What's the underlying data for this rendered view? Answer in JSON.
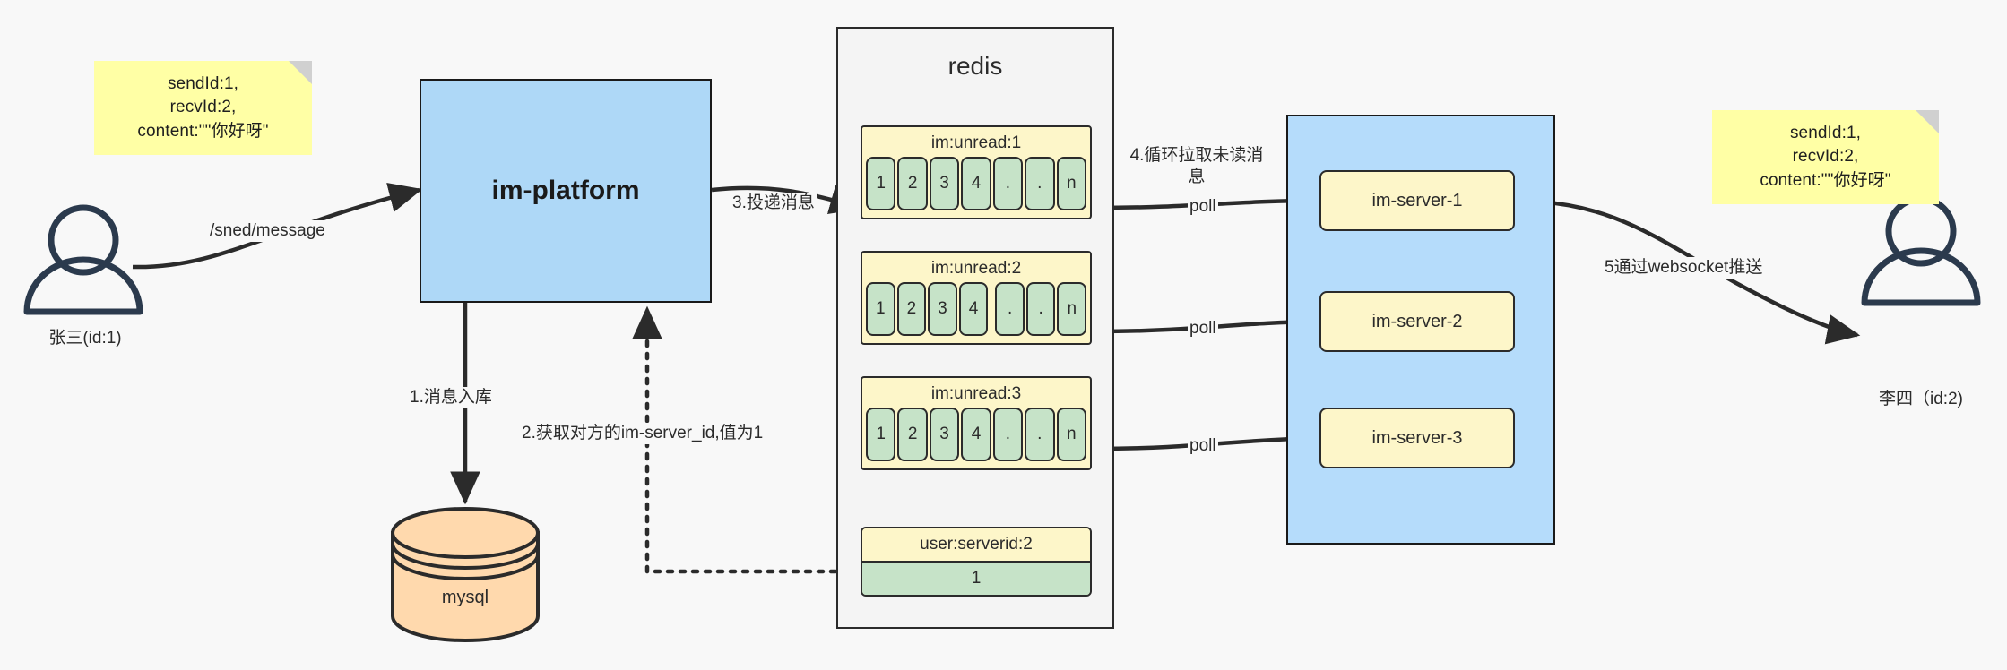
{
  "diagram": {
    "title": "IM message delivery architecture",
    "colors": {
      "background": "#f8f8f8",
      "blue_box": "#aed8f7",
      "sticky_yellow": "#ffffa5",
      "queue_yellow": "#fdf6c9",
      "cell_green": "#c6e3c8",
      "mysql_orange": "#ffd9ad",
      "redis_gray": "#f4f4f4",
      "stroke": "#2b2b2b"
    }
  },
  "actors": {
    "sender": {
      "label": "张三(id:1)",
      "icon": "person-icon"
    },
    "receiver": {
      "label": "李四（id:2)",
      "icon": "person-icon"
    }
  },
  "sticky_notes": [
    {
      "id": "left",
      "text": "sendId:1,\nrecvId:2,\ncontent:\"\"你好呀\"",
      "lines": [
        "sendId:1,",
        "recvId:2,",
        "content:\"\"你好呀\""
      ]
    },
    {
      "id": "right",
      "text": "sendId:1,\nrecvId:2,\ncontent:\"\"你好呀\"",
      "lines": [
        "sendId:1,",
        "recvId:2,",
        "content:\"\"你好呀\""
      ]
    }
  ],
  "nodes": {
    "platform": {
      "label": "im-platform"
    },
    "mysql": {
      "label": "mysql"
    },
    "redis": {
      "label": "redis"
    },
    "server_group": {
      "label": ""
    }
  },
  "queues": [
    {
      "key": "im:unread:1",
      "cells": [
        "1",
        "2",
        "3",
        "4",
        ".",
        ".",
        "n"
      ]
    },
    {
      "key": "im:unread:2",
      "cells": [
        "1",
        "2",
        "3",
        "4",
        ".",
        ".",
        "n"
      ]
    },
    {
      "key": "im:unread:3",
      "cells": [
        "1",
        "2",
        "3",
        "4",
        ".",
        ".",
        "n"
      ]
    }
  ],
  "kv_entry": {
    "key": "user:serverid:2",
    "value": "1"
  },
  "servers": [
    {
      "label": "im-server-1"
    },
    {
      "label": "im-server-2"
    },
    {
      "label": "im-server-3"
    }
  ],
  "edges": {
    "send_message": "/sned/message",
    "step1": "1.消息入库",
    "step2": "2.获取对方的im-server_id,值为1",
    "step3": "3.投递消息",
    "step4_line1": "4.循环拉取未读消",
    "step4_line2": "息",
    "step5": "5通过websocket推送",
    "poll_1": "poll",
    "poll_2": "poll",
    "poll_3": "poll"
  }
}
